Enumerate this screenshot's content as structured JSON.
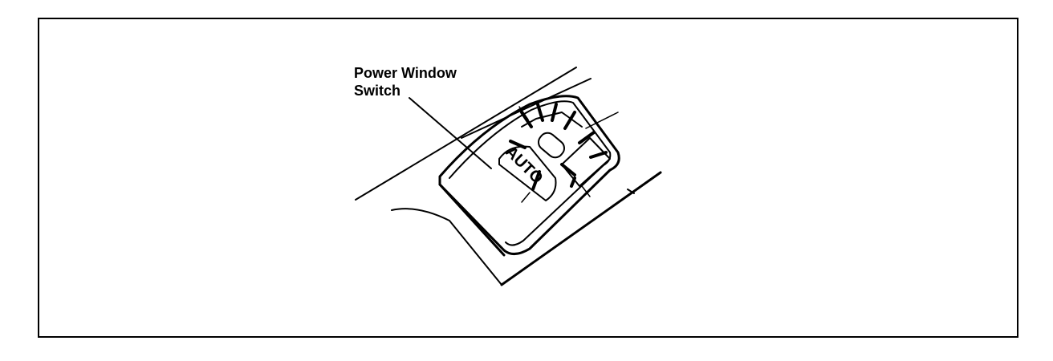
{
  "figure": {
    "callout_line1": "Power Window",
    "callout_line2": "Switch",
    "switch_label": "AUTO",
    "line_color": "#000000",
    "background_color": "#ffffff"
  }
}
